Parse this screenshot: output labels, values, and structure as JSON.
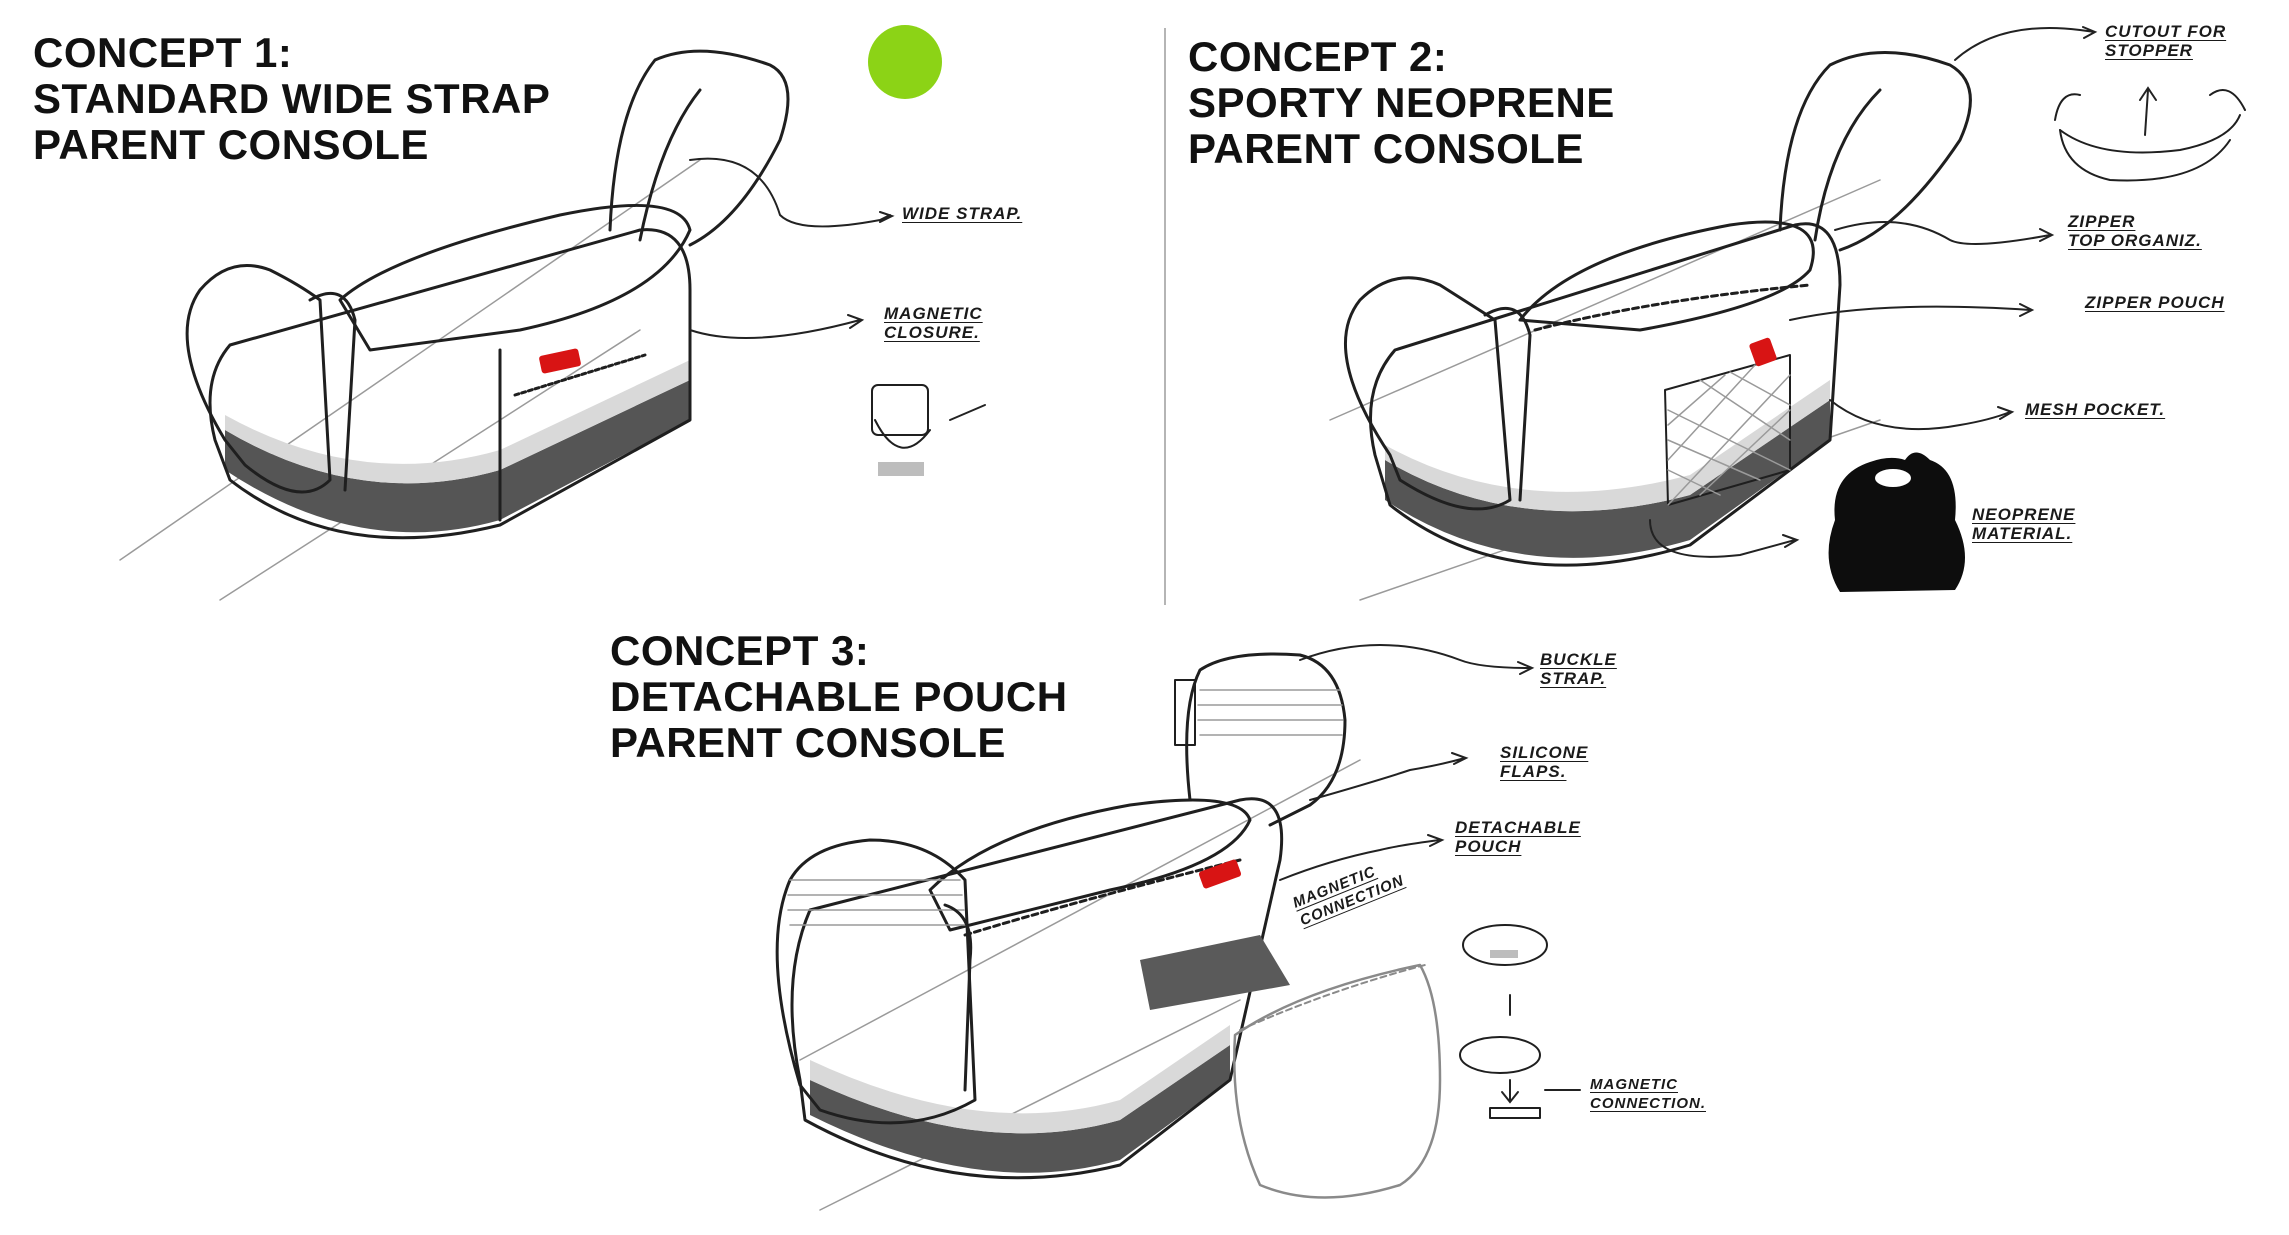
{
  "colors": {
    "accent_dot": "#8cd316",
    "closure_red": "#d81414",
    "ink": "#1f1f1f",
    "neoprene_black": "#0d0d0d"
  },
  "concept1": {
    "title_lines": [
      "CONCEPT 1:",
      "STANDARD WIDE STRAP",
      "PARENT CONSOLE"
    ],
    "annotations": {
      "wide_strap": "WIDE STRAP.",
      "magnetic_closure": [
        "MAGNETIC",
        "CLOSURE."
      ]
    }
  },
  "concept2": {
    "title_lines": [
      "CONCEPT 2:",
      "SPORTY NEOPRENE",
      "PARENT CONSOLE"
    ],
    "annotations": {
      "cutout_for_stopper": [
        "CUTOUT FOR",
        "STOPPER"
      ],
      "zipper_top_organizer": [
        "ZIPPER",
        "TOP ORGANIZ."
      ],
      "zipper_pouch": "ZIPPER POUCH",
      "mesh_pocket": "MESH POCKET.",
      "neoprene_material": [
        "NEOPRENE",
        "MATERIAL."
      ]
    }
  },
  "concept3": {
    "title_lines": [
      "CONCEPT 3:",
      "DETACHABLE POUCH",
      "PARENT CONSOLE"
    ],
    "annotations": {
      "buckle_strap": [
        "BUCKLE",
        "STRAP."
      ],
      "silicone_flaps": [
        "SILICONE",
        "FLAPS."
      ],
      "detachable_pouch": [
        "DETACHABLE",
        "POUCH"
      ],
      "magnetic_connection_top": [
        "MAGNETIC",
        "CONNECTION"
      ],
      "magnetic_connection_bottom": [
        "MAGNETIC",
        "CONNECTION."
      ]
    }
  }
}
